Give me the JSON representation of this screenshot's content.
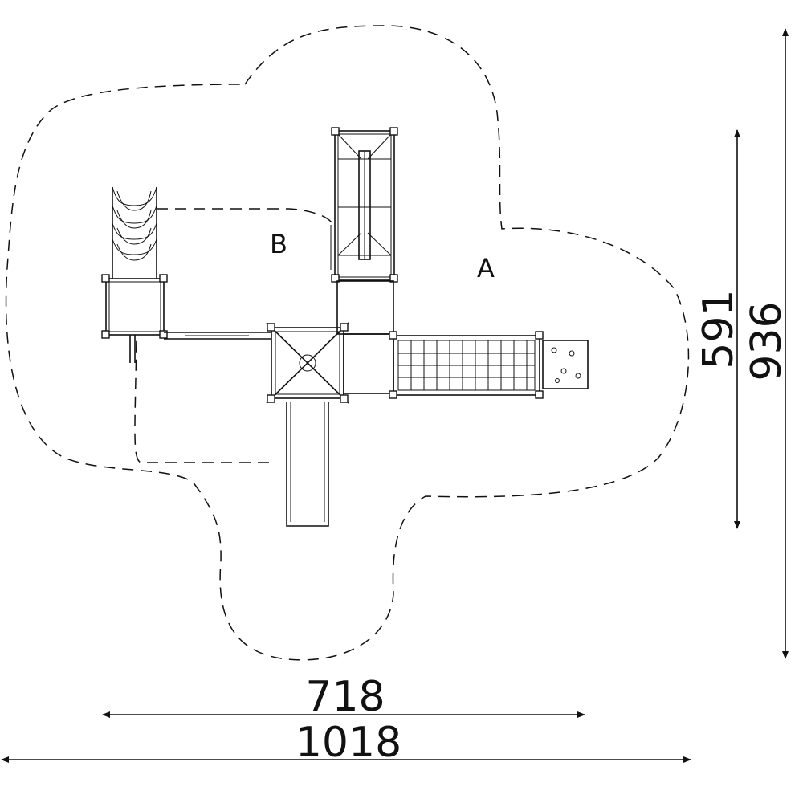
{
  "zones": {
    "a": "A",
    "b": "B"
  },
  "dimensions": {
    "inner_width": "718",
    "outer_width": "1018",
    "inner_height": "591",
    "outer_height": "936"
  },
  "colors": {
    "line": "#111111",
    "background": "#ffffff"
  }
}
